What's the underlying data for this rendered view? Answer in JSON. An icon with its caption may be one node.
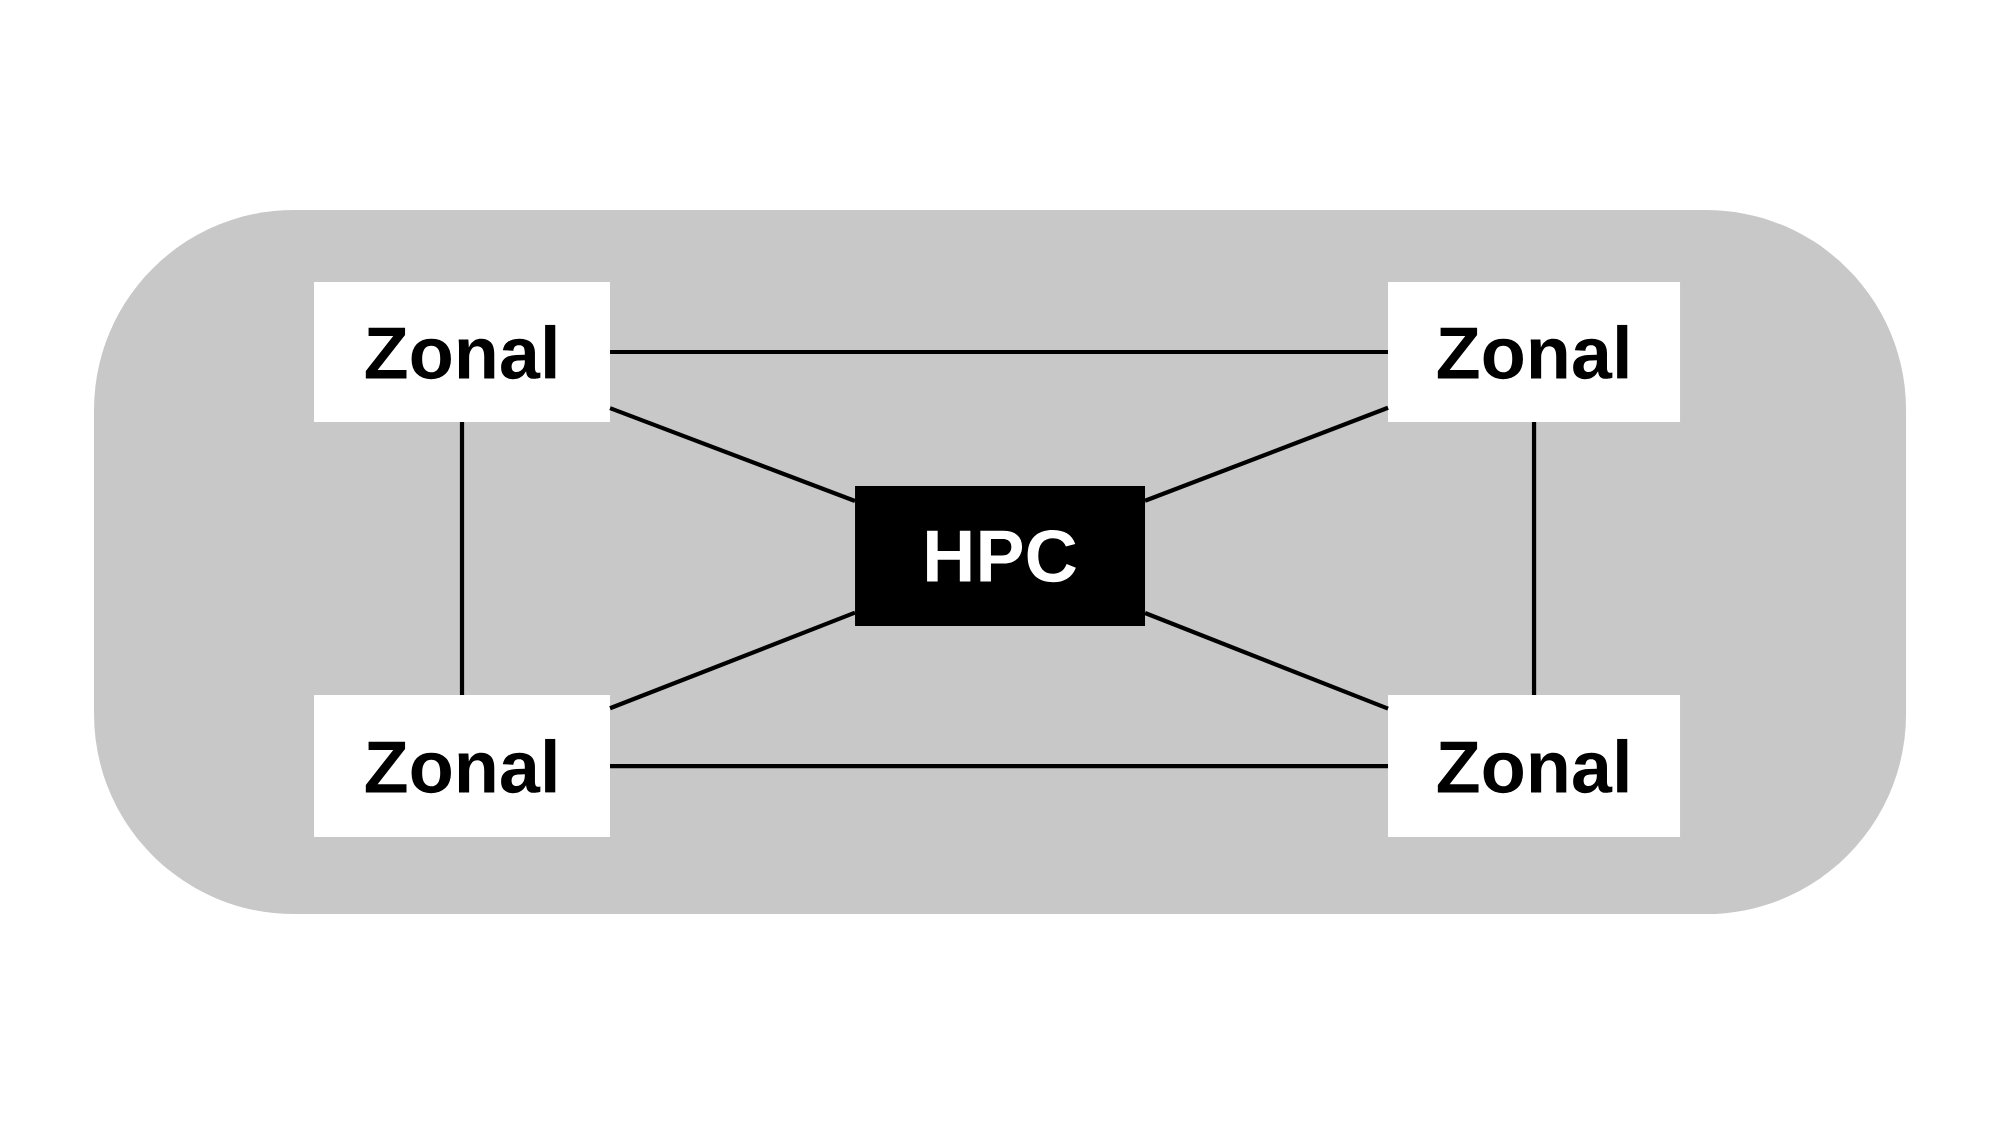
{
  "diagram": {
    "nodes": [
      {
        "text": [
          "Zonal"
        ]
      },
      {
        "text": [
          "Zonal"
        ]
      },
      {
        "text": [
          "HPC"
        ]
      },
      {
        "text": [
          "Zonal"
        ]
      },
      {
        "text": [
          "Zonal"
        ]
      }
    ],
    "edges": [
      {
        "from": 0,
        "to": 1,
        "arrow": "none"
      },
      {
        "from": 0,
        "to": 3,
        "arrow": "none"
      },
      {
        "from": 1,
        "to": 4,
        "arrow": "none"
      },
      {
        "from": 3,
        "to": 4,
        "arrow": "none"
      },
      {
        "from": 0,
        "to": 2,
        "arrow": "none"
      },
      {
        "from": 1,
        "to": 2,
        "arrow": "none"
      },
      {
        "from": 3,
        "to": 2,
        "arrow": "none"
      },
      {
        "from": 4,
        "to": 2,
        "arrow": "none"
      }
    ]
  }
}
